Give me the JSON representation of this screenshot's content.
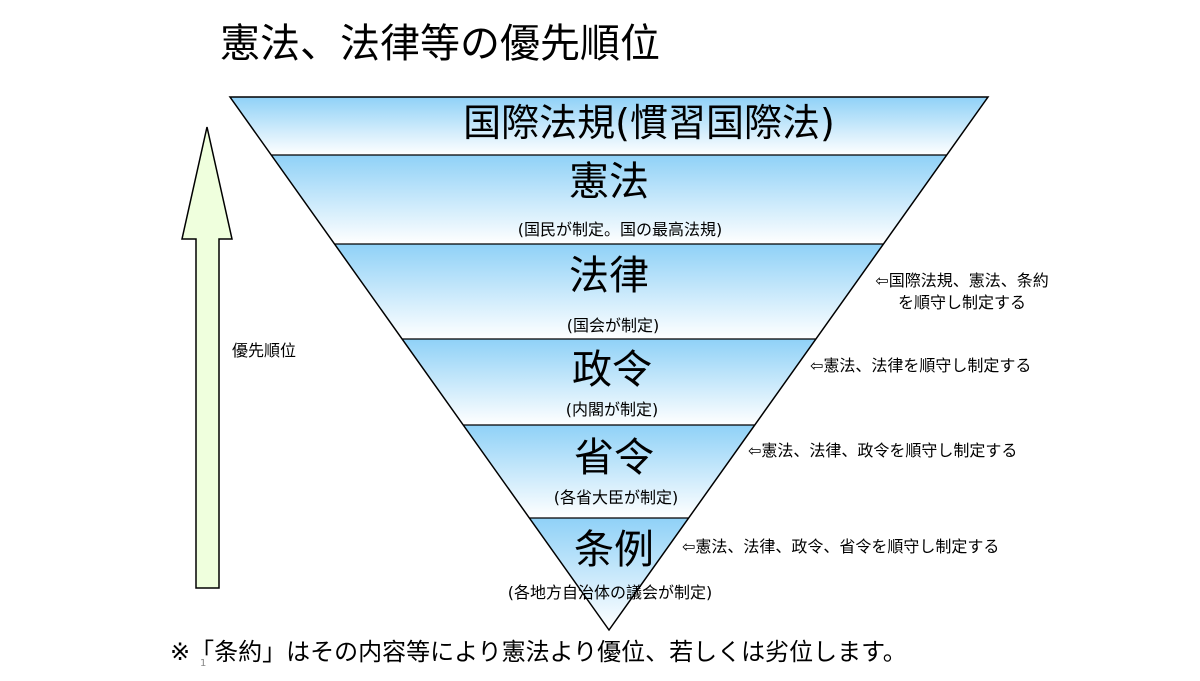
{
  "title": "憲法、法律等の優先順位",
  "bands": [
    {
      "title": "国際法規(慣習国際法)",
      "subtitle": ""
    },
    {
      "title": "憲法",
      "subtitle": "(国民が制定。国の最高法規)"
    },
    {
      "title": "法律",
      "subtitle": "(国会が制定)"
    },
    {
      "title": "政令",
      "subtitle": "(内閣が制定)"
    },
    {
      "title": "省令",
      "subtitle": "(各省大臣が制定)"
    },
    {
      "title": "条例",
      "subtitle": "(各地方自治体の議会が制定)"
    }
  ],
  "notes": {
    "law_line1": "⇦国際法規、憲法、条約",
    "law_line2": "を順守し制定する",
    "cabinet": "⇦憲法、法律を順守し制定する",
    "ministry": "⇦憲法、法律、政令を順守し制定する",
    "ordinance": "⇦憲法、法律、政令、省令を順守し制定する"
  },
  "arrow_label": "優先順位",
  "footnote": "※「条約」はその内容等により憲法より優位、若しくは劣位します。",
  "page_number": "1",
  "colors": {
    "band_top": "#8fd1f7",
    "band_bottom": "#ffffff",
    "arrow_fill": "#efffdd",
    "outline": "#000000"
  }
}
